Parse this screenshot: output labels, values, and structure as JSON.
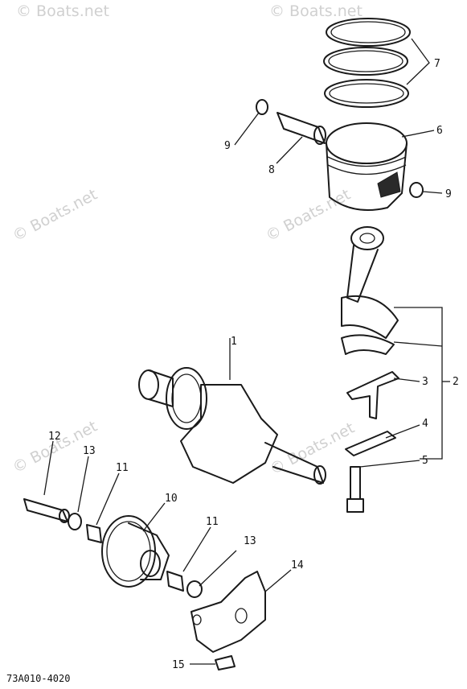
{
  "diagram_code": "73A010-4020",
  "watermark": "© Boats.net",
  "callouts": [
    "1",
    "2",
    "3",
    "4",
    "5",
    "6",
    "7",
    "8",
    "9",
    "9",
    "10",
    "11",
    "11",
    "12",
    "13",
    "13",
    "14",
    "15"
  ]
}
